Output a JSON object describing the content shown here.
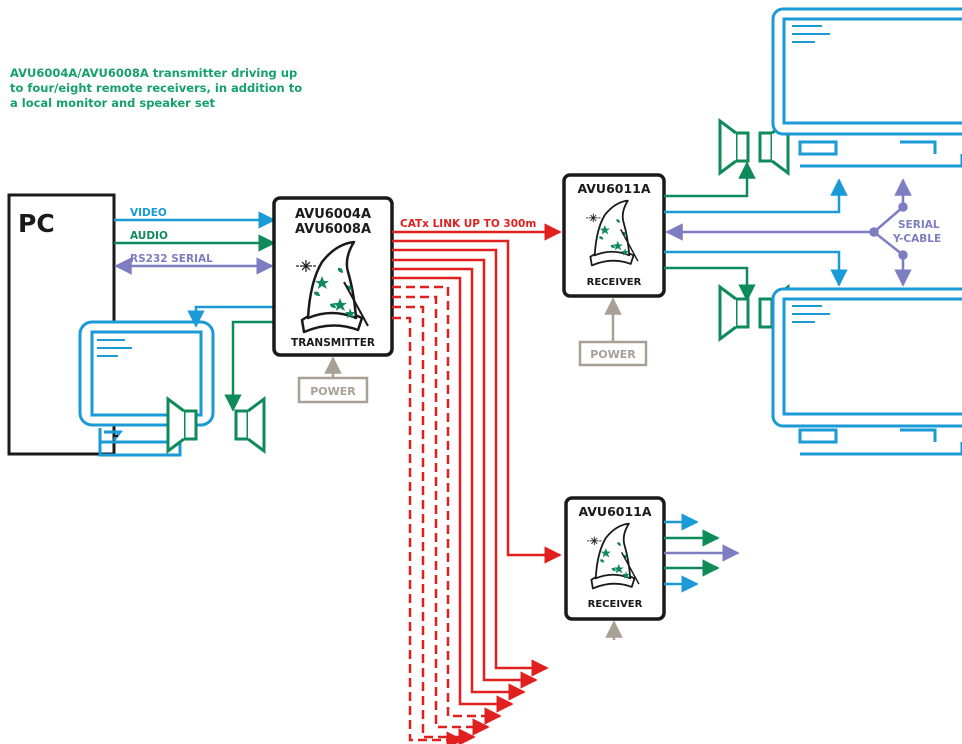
{
  "caption": {
    "lines": [
      "AVU6004A/AVU6008A transmitter driving up",
      "to four/eight remote receivers, in addition to",
      "a local monitor and speaker set"
    ]
  },
  "pc": {
    "label": "PC"
  },
  "signals": {
    "video": "VIDEO",
    "audio": "AUDIO",
    "serial": "RS232 SERIAL"
  },
  "transmitter": {
    "model_line1": "AVU6004A",
    "model_line2": "AVU6008A",
    "label": "TRANSMITTER",
    "power": "POWER"
  },
  "link": {
    "label": "CATx LINK UP TO 300m"
  },
  "receivers": [
    {
      "model": "AVU6011A",
      "label": "RECEIVER",
      "power": "POWER"
    },
    {
      "model": "AVU6011A",
      "label": "RECEIVER"
    }
  ],
  "serial_cable": {
    "line1": "SERIAL",
    "line2": "Y-CABLE"
  },
  "colors": {
    "video": "#1a9ad6",
    "audio": "#0f8a5a",
    "serial": "#7d7dc2",
    "link": "#e0201f",
    "power": "#a89f95",
    "caption": "#16a06a",
    "outline": "#1a1a1a"
  },
  "icons": [
    "wizard-hat-icon",
    "monitor-icon",
    "speaker-icon",
    "arrow-icon"
  ]
}
